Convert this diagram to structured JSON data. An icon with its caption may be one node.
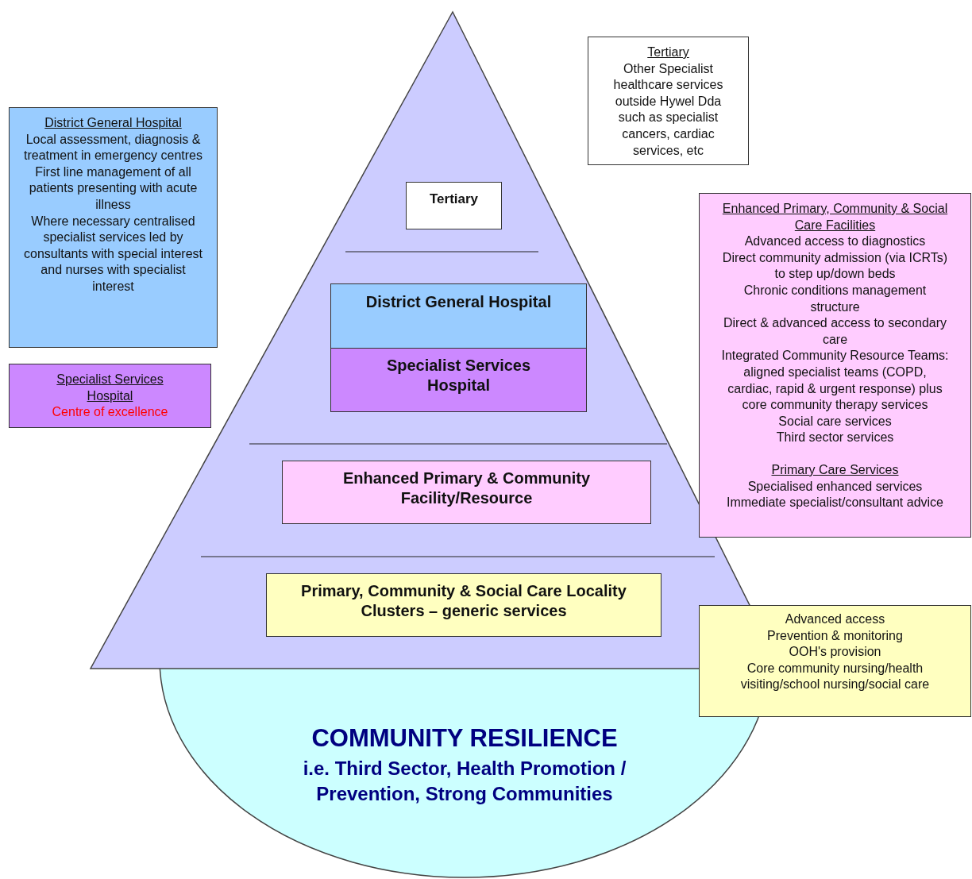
{
  "diagram": {
    "nodes": [
      {
        "text": [],
        "shape": "triangle"
      },
      {
        "text": [
          "Tertiary"
        ],
        "in": 0
      },
      {
        "text": [
          "District General Hospital"
        ],
        "in": 0
      },
      {
        "text": [
          "Specialist Services Hospital"
        ],
        "in": 0
      },
      {
        "text": [
          "Enhanced Primary & Community Facility/Resource"
        ],
        "in": 0
      },
      {
        "text": [
          "Primary, Community & Social Care Locality Clusters – generic services"
        ],
        "in": 0
      },
      {
        "text": [
          "COMMUNITY RESILIENCE",
          "i.e. Third Sector, Health Promotion / Prevention, Strong Communities"
        ]
      },
      {
        "text": [
          "District General Hospital",
          "Local assessment, diagnosis & treatment in emergency centres",
          "First line management of all patients presenting with acute illness",
          "Where necessary centralised specialist services led by consultants with special interest and nurses with specialist interest"
        ]
      },
      {
        "text": [
          "Specialist Services Hospital",
          "Centre of excellence"
        ]
      },
      {
        "text": [
          "Tertiary",
          "Other Specialist healthcare services outside Hywel Dda such as specialist cancers, cardiac services, etc"
        ]
      },
      {
        "text": [
          "Enhanced Primary, Community & Social Care Facilities",
          "Advanced access to diagnostics",
          "Direct community admission (via ICRTs) to step up/down beds",
          "Chronic conditions management structure",
          "Direct & advanced access to secondary care",
          "Integrated Community Resource Teams: aligned specialist teams (COPD, cardiac, rapid & urgent response) plus core community therapy services",
          "Social care services",
          "Third sector services",
          "Primary Care Services",
          "Specialised enhanced services",
          "Immediate specialist/consultant advice"
        ]
      },
      {
        "text": [
          "Advanced access",
          "Prevention & monitoring",
          "OOH's provision",
          "Core community nursing/health visiting/school nursing/social care"
        ]
      }
    ],
    "edges": []
  }
}
